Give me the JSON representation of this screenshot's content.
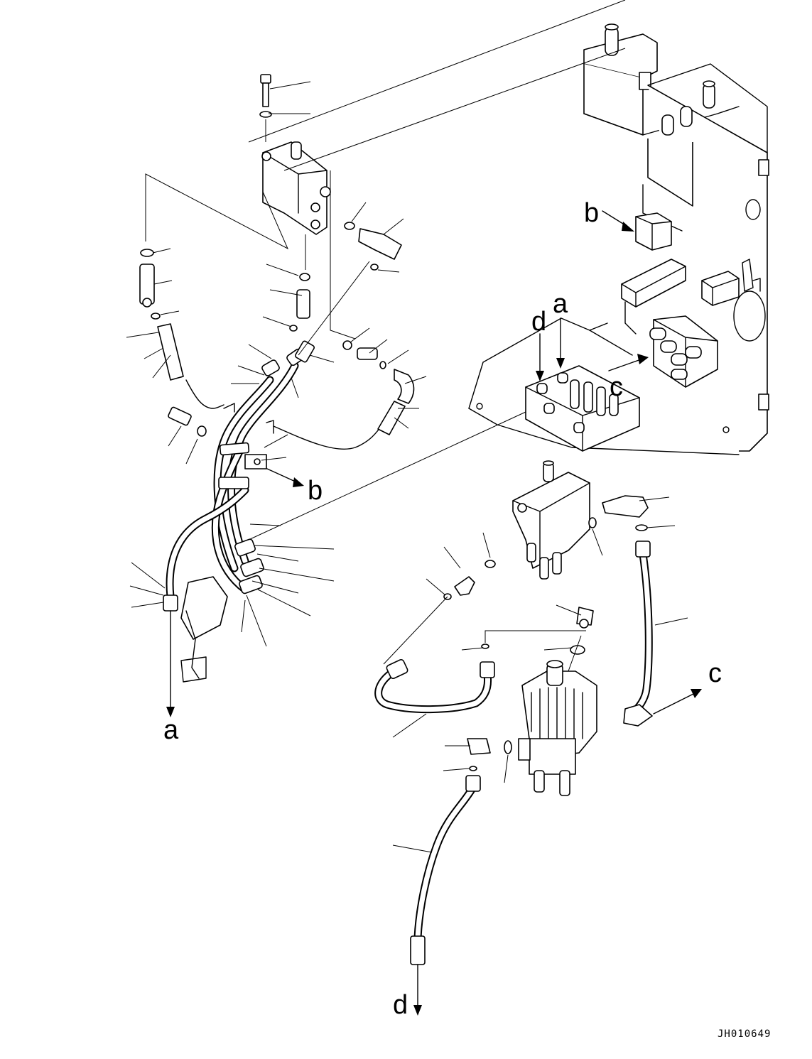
{
  "diagram": {
    "drawing_code": "JH010649",
    "reference_letters": {
      "a": "a",
      "b": "b",
      "c": "c",
      "d": "d"
    }
  }
}
